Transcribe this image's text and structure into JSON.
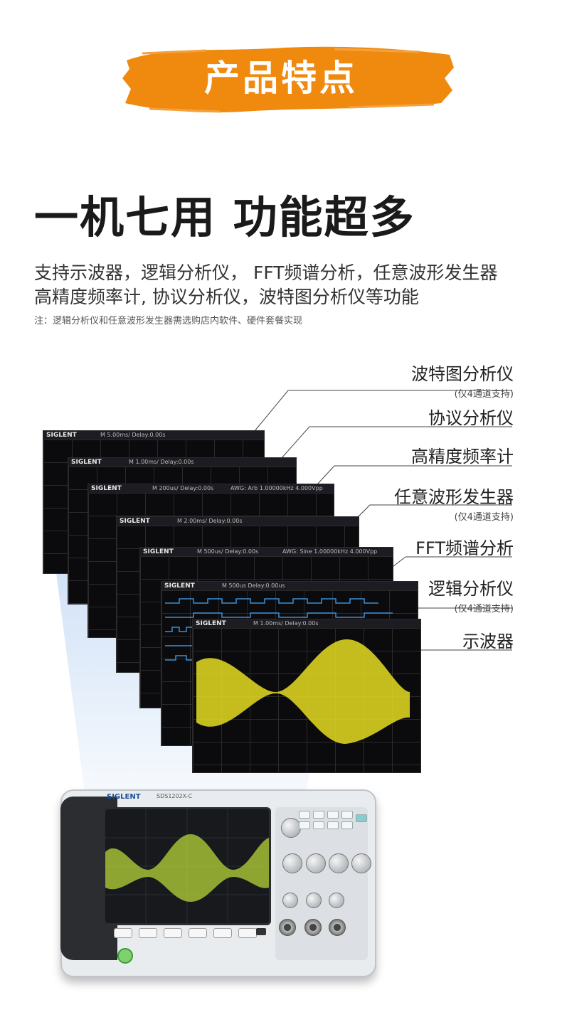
{
  "banner": {
    "title": "产品特点",
    "color": "#f08a0e"
  },
  "headline": "一机七用 功能超多",
  "description": {
    "line1": "支持示波器，逻辑分析仪， FFT频谱分析，任意波形发生器",
    "line2": "高精度频率计, 协议分析仪，波特图分析仪等功能"
  },
  "note": "注：逻辑分析仪和任意波形发生器需选购店内软件、硬件套餐实现",
  "features": [
    {
      "title": "波特图分析仪",
      "sub": "(仅4通道支持)"
    },
    {
      "title": "协议分析仪",
      "sub": ""
    },
    {
      "title": "高精度频率计",
      "sub": ""
    },
    {
      "title": "任意波形发生器",
      "sub": "(仅4通道支持)"
    },
    {
      "title": "FFT频谱分析",
      "sub": ""
    },
    {
      "title": "逻辑分析仪",
      "sub": "(仅4通道支持)"
    },
    {
      "title": "示波器",
      "sub": ""
    }
  ],
  "screens": {
    "brand": "SIGLENT",
    "s1": "M 5.00ms/ Delay:0.00s",
    "s2": "M 1.00ms/ Delay:0.00s",
    "s3": "M 200us/ Delay:0.00s",
    "s3b": "AWG: Arb 1.00000kHz 4.000Vpp",
    "s4": "M 2.00ms/ Delay:0.00s",
    "s5": "M 500us/ Delay:0.00s",
    "s5b": "AWG: Sine 1.00000kHz 4.000Vpp",
    "s6": "M 500us Delay:0.00us",
    "s7": "M 1.00ms/ Delay:0.00s"
  },
  "device": {
    "brand": "SIGLENT",
    "model": "SDS1202X-C"
  },
  "colors": {
    "trace": "#e6dc22",
    "leader": "#444444"
  }
}
